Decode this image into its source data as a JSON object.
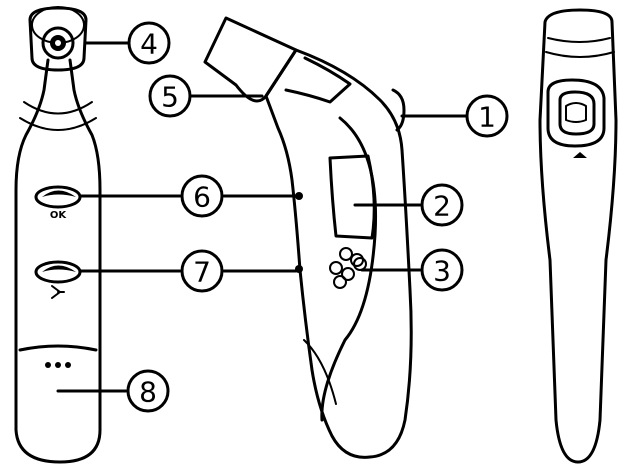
{
  "callouts": [
    {
      "id": "1",
      "label": "1"
    },
    {
      "id": "2",
      "label": "2"
    },
    {
      "id": "3",
      "label": "3"
    },
    {
      "id": "4",
      "label": "4"
    },
    {
      "id": "5",
      "label": "5"
    },
    {
      "id": "6",
      "label": "6"
    },
    {
      "id": "7",
      "label": "7"
    },
    {
      "id": "8",
      "label": "8"
    }
  ],
  "button_labels": {
    "ok": "OK"
  }
}
